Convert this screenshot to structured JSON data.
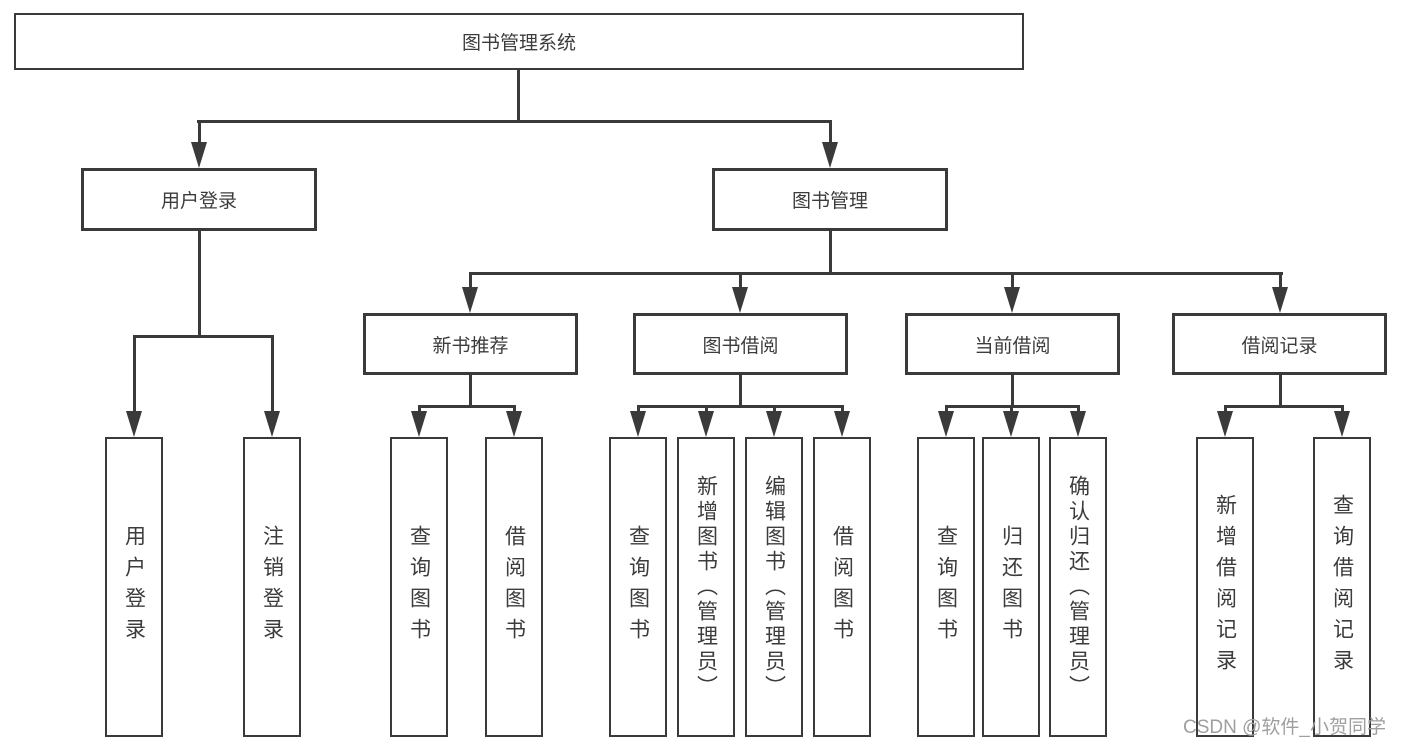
{
  "diagram": {
    "type": "tree",
    "root": {
      "label": "图书管理系统"
    },
    "level2": [
      {
        "label": "用户登录"
      },
      {
        "label": "图书管理"
      }
    ],
    "level3": [
      {
        "label": "新书推荐",
        "parent": "图书管理"
      },
      {
        "label": "图书借阅",
        "parent": "图书管理"
      },
      {
        "label": "当前借阅",
        "parent": "图书管理"
      },
      {
        "label": "借阅记录",
        "parent": "图书管理"
      }
    ],
    "leaves": [
      {
        "label": "用户登录",
        "parent": "用户登录"
      },
      {
        "label": "注销登录",
        "parent": "用户登录"
      },
      {
        "label": "查询图书",
        "parent": "新书推荐"
      },
      {
        "label": "借阅图书",
        "parent": "新书推荐"
      },
      {
        "label": "查询图书",
        "parent": "图书借阅"
      },
      {
        "label": "新增图书（管理员）",
        "parent": "图书借阅"
      },
      {
        "label": "编辑图书（管理员）",
        "parent": "图书借阅"
      },
      {
        "label": "借阅图书",
        "parent": "图书借阅"
      },
      {
        "label": "查询图书",
        "parent": "当前借阅"
      },
      {
        "label": "归还图书",
        "parent": "当前借阅"
      },
      {
        "label": "确认归还（管理员）",
        "parent": "当前借阅"
      },
      {
        "label": "新增借阅记录",
        "parent": "借阅记录"
      },
      {
        "label": "查询借阅记录",
        "parent": "借阅记录"
      }
    ]
  },
  "watermark": {
    "text": "CSDN @软件_小贺同学",
    "color": "#9f9f9f"
  },
  "colors": {
    "line": "#3a3a3a",
    "box_border": "#3a3a3a",
    "box_background": "#ffffff",
    "text": "#3c3c3c",
    "page_background": "#ffffff"
  }
}
